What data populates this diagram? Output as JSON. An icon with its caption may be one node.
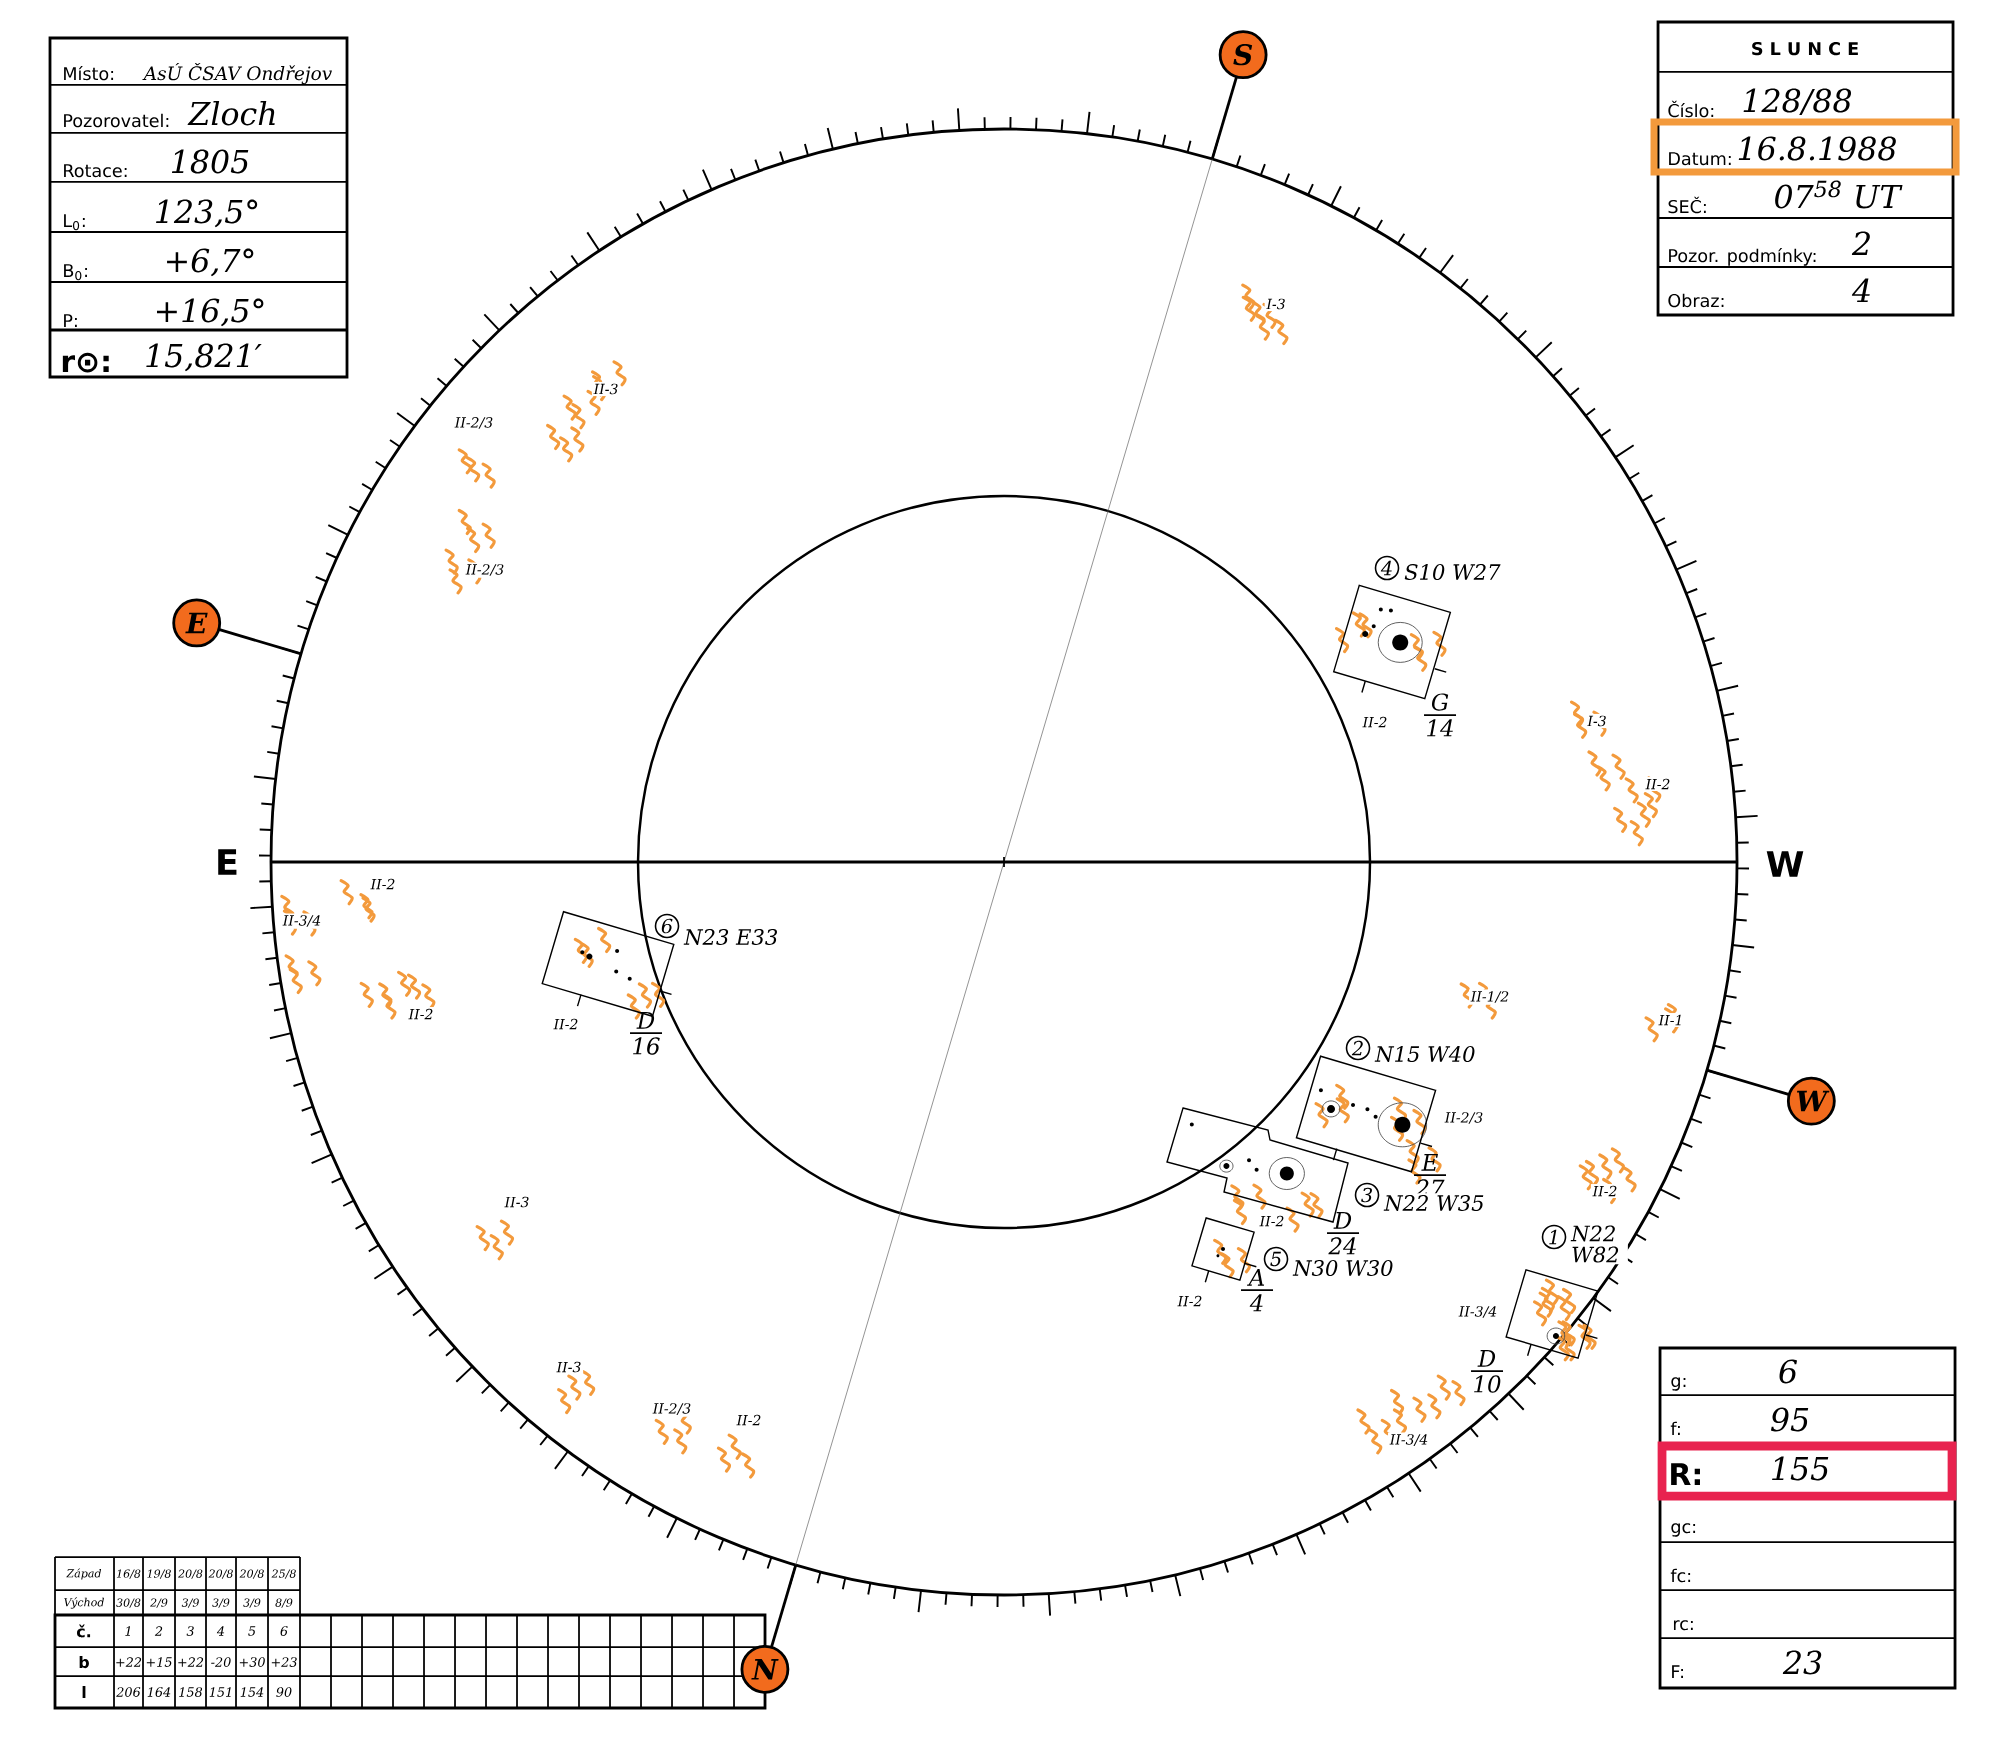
{
  "diagram": {
    "nodes": [
      {
        "text": [
          "S"
        ]
      },
      {
        "text": [
          "E"
        ]
      },
      {
        "text": [],
        "shape": "box",
        "beside": [
          "4",
          "S10 W27",
          "G",
          "14",
          "II-2"
        ]
      },
      {
        "text": [],
        "shape": "box",
        "beside": [
          "6",
          "N23 E33",
          "D",
          "16",
          "II-2"
        ]
      },
      {
        "text": [],
        "shape": "box",
        "beside": [
          "2",
          "N15 W40",
          "E",
          "27"
        ]
      },
      {
        "text": [
          "W"
        ]
      },
      {
        "text": [],
        "shape": "box",
        "beside": [
          "3",
          "N22 W35",
          "D",
          "24",
          "II-2"
        ]
      },
      {
        "text": [],
        "shape": "box",
        "beside": [
          "5",
          "N30 W30",
          "A",
          "4",
          "II-2"
        ]
      },
      {
        "text": [],
        "shape": "box",
        "beside": [
          "1",
          "N22 W82",
          "D",
          "10"
        ]
      },
      {
        "text": [
          "N"
        ]
      }
    ],
    "labels": [
      "Místo:",
      "AsÚ ČSAV Ondřejov",
      "Pozorovatel:",
      "Zloch",
      "Rotace:",
      "1805",
      "L$_{0}$:",
      "123,5°",
      "B$_{0}$:",
      "+6,7°",
      "P:",
      "+16,5°",
      "r⊙:",
      "15,821′",
      "S L U N C E",
      "Číslo:",
      "128/88",
      "Datum:",
      "16.8.1988",
      "SEČ:",
      "07$^{58}$ UT",
      "Pozor. podmínky:",
      "2",
      "Obraz:",
      "4",
      "I-3",
      "II-3",
      "II-2/3",
      "II-2/3",
      "I-3",
      "II-2",
      "II-2",
      "II-3/4",
      "II-2",
      "II-1/2",
      "II-1",
      "II-2/3",
      "II-2",
      "II-3",
      "II-3/4",
      "II-3",
      "II-2/3",
      "II-2",
      "II-3/4",
      "E",
      "W",
      "g:",
      "6",
      "f:",
      "95",
      "R:",
      "155",
      "gc:",
      "fc:",
      "rc:",
      "F:",
      "23",
      "Západ",
      "16/8",
      "19/8",
      "20/8",
      "20/8",
      "20/8",
      "25/8",
      "Východ",
      "30/8",
      "2/9",
      "3/9",
      "3/9",
      "3/9",
      "8/9",
      "č.",
      "1",
      "2",
      "3",
      "4",
      "5",
      "6",
      "b",
      "+22",
      "+15",
      "+22",
      "-20",
      "+30",
      "+23",
      "l",
      "206",
      "164",
      "158",
      "151",
      "154",
      "90"
    ]
  }
}
